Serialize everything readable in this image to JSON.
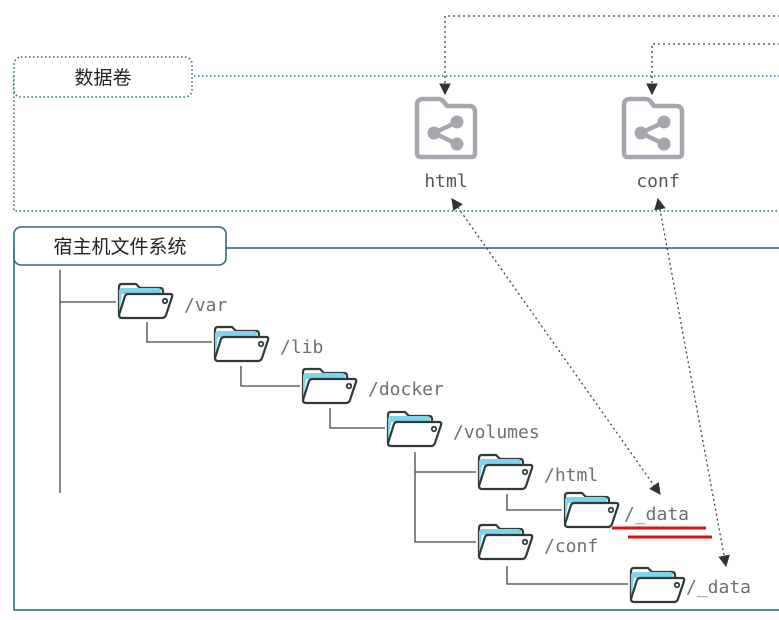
{
  "volumes_section": {
    "title": "数据卷",
    "volumes": [
      {
        "id": "html",
        "label": "html"
      },
      {
        "id": "conf",
        "label": "conf"
      }
    ]
  },
  "host_section": {
    "title": "宿主机文件系统",
    "folders": [
      {
        "id": "var",
        "label": "/var"
      },
      {
        "id": "lib",
        "label": "/lib"
      },
      {
        "id": "docker",
        "label": "/docker"
      },
      {
        "id": "volumes",
        "label": "/volumes"
      },
      {
        "id": "html",
        "label": "/html"
      },
      {
        "id": "html-data",
        "label": "/_data"
      },
      {
        "id": "conf",
        "label": "/conf"
      },
      {
        "id": "conf-data",
        "label": "/_data"
      }
    ]
  },
  "colors": {
    "volume_border": "#2a6f7f",
    "host_border": "#2a6f7f",
    "folder_stroke": "#2f3b3b",
    "folder_fill": "#7fd3ea",
    "volume_icon": "#a7a5ad",
    "highlight": "#e01010"
  }
}
